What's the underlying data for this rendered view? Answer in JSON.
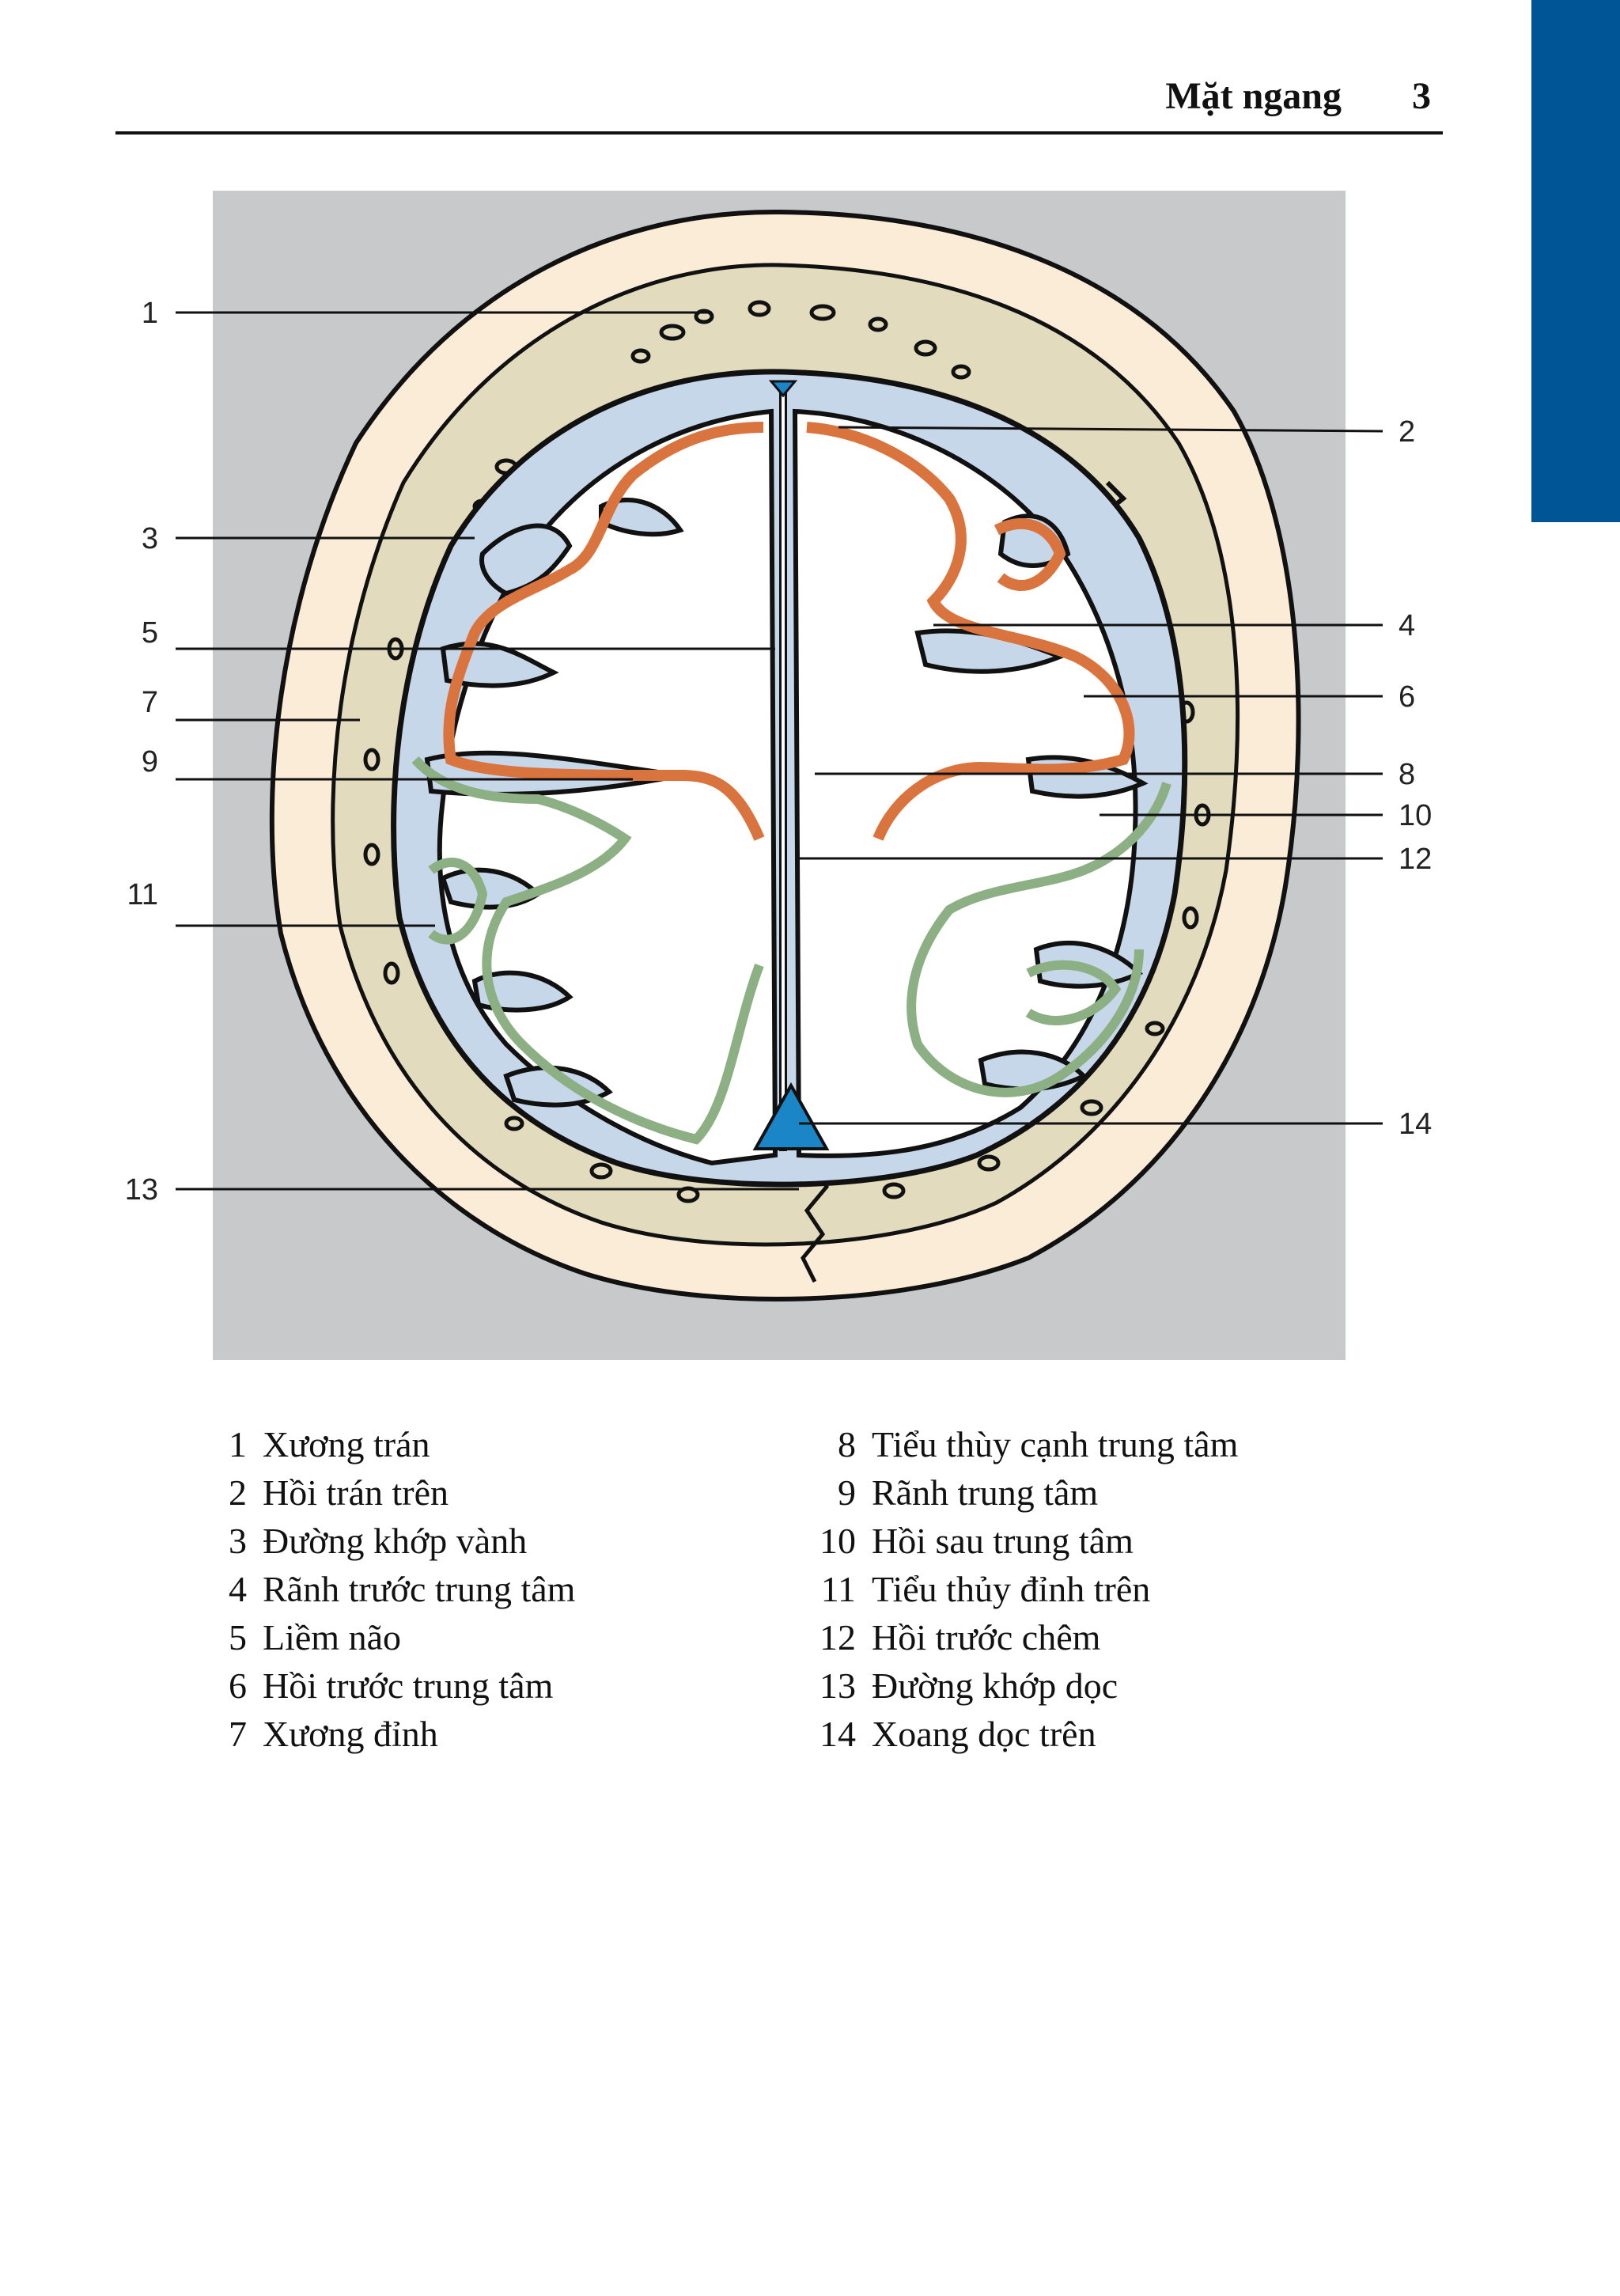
{
  "header": {
    "title": "Mặt ngang",
    "page_number": "3"
  },
  "colors": {
    "side_tab": "#005596",
    "panel_background": "#c8c9cb",
    "scalp": "#fbecd8",
    "skull_bone": "#e3dbbd",
    "csf_space": "#c6d7ea",
    "brain_white": "#ffffff",
    "frontal_gyri_outline": "#d9743f",
    "parietal_gyri_outline": "#8cb084",
    "sinus": "#1a86c8"
  },
  "figure": {
    "labels": [
      {
        "number": "1"
      },
      {
        "number": "2"
      },
      {
        "number": "3"
      },
      {
        "number": "4"
      },
      {
        "number": "5"
      },
      {
        "number": "6"
      },
      {
        "number": "7"
      },
      {
        "number": "8"
      },
      {
        "number": "9"
      },
      {
        "number": "10"
      },
      {
        "number": "11"
      },
      {
        "number": "12"
      },
      {
        "number": "13"
      },
      {
        "number": "14"
      }
    ]
  },
  "legend": [
    {
      "number": "1",
      "text": "Xương trán"
    },
    {
      "number": "2",
      "text": "Hồi trán trên"
    },
    {
      "number": "3",
      "text": "Đường khớp vành"
    },
    {
      "number": "4",
      "text": "Rãnh trước trung tâm"
    },
    {
      "number": "5",
      "text": "Liềm não"
    },
    {
      "number": "6",
      "text": "Hồi trước trung tâm"
    },
    {
      "number": "7",
      "text": "Xương đỉnh"
    },
    {
      "number": "8",
      "text": "Tiểu thùy cạnh trung tâm"
    },
    {
      "number": "9",
      "text": "Rãnh trung tâm"
    },
    {
      "number": "10",
      "text": "Hồi sau trung tâm"
    },
    {
      "number": "11",
      "text": "Tiểu thủy đỉnh trên"
    },
    {
      "number": "12",
      "text": "Hồi trước chêm"
    },
    {
      "number": "13",
      "text": "Đường khớp dọc"
    },
    {
      "number": "14",
      "text": "Xoang dọc trên"
    }
  ]
}
